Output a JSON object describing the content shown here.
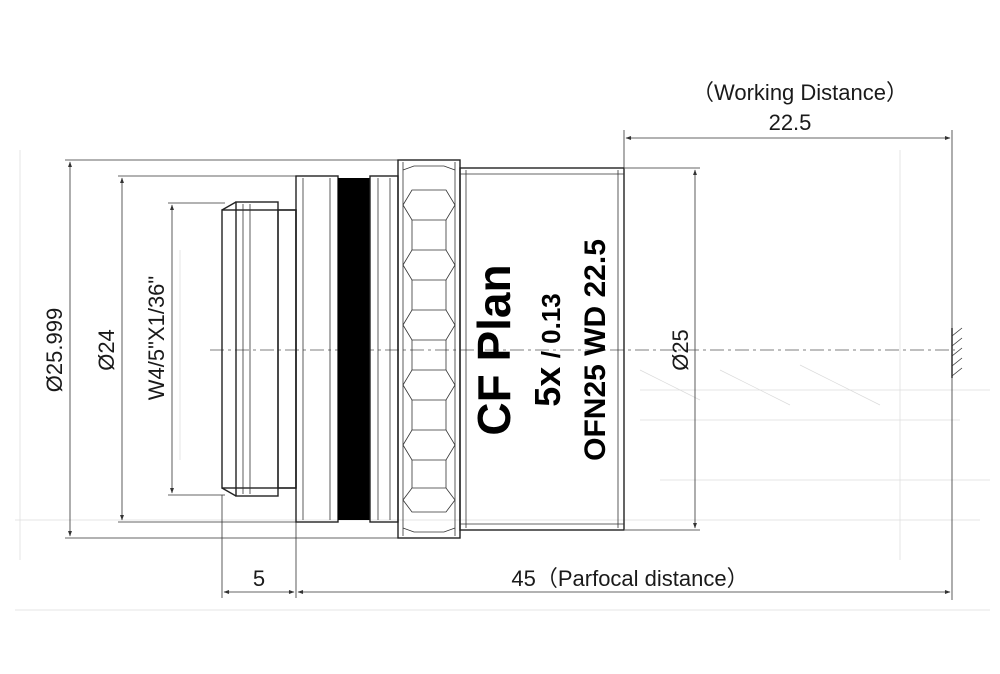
{
  "lens_label": {
    "line1": "CF Plan",
    "magnification": "5x",
    "aperture": "/ 0.13",
    "line3": "OFN25 WD 22.5"
  },
  "dimensions": {
    "working_distance_label": "（Working Distance）",
    "working_distance_value": "22.5",
    "parfocal_label": "45（Parfocal distance）",
    "thread_length": "5",
    "outer_diameter": "Ø25.999",
    "mount_diameter": "Ø24",
    "thread_spec": "W4/5\"X1/36\"",
    "barrel_diameter": "Ø25"
  }
}
